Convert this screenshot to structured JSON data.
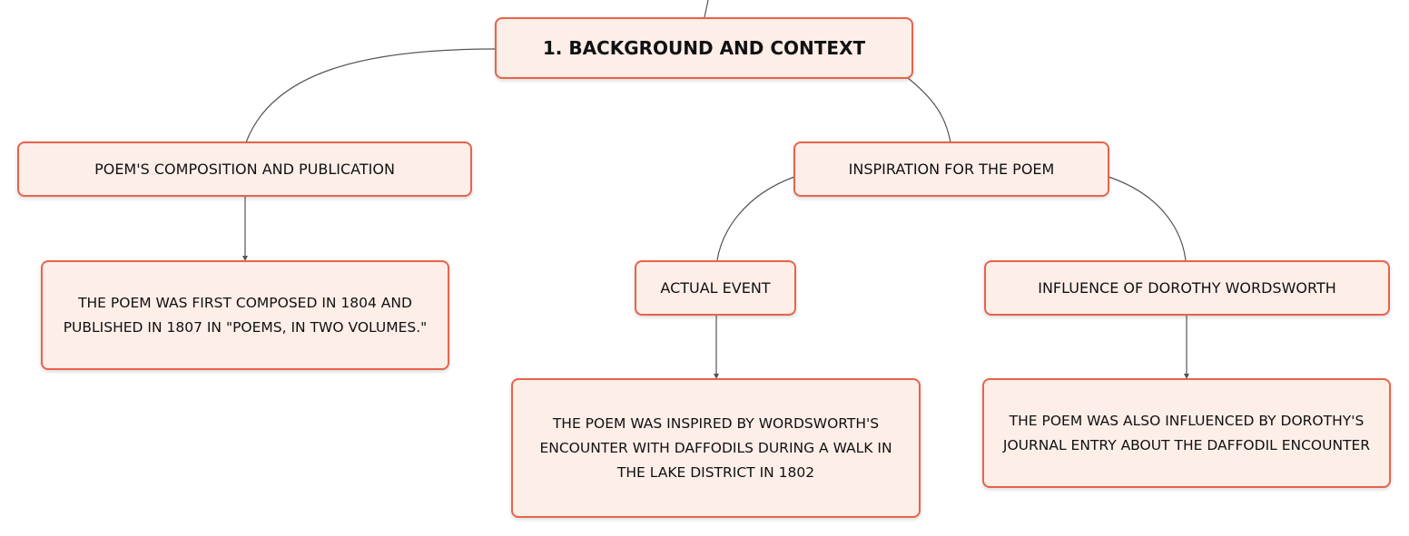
{
  "mindmap": {
    "root": {
      "label": "1. BACKGROUND AND CONTEXT"
    },
    "composition": {
      "label": "POEM'S COMPOSITION AND PUBLICATION",
      "detail": "THE POEM WAS FIRST COMPOSED IN 1804 AND PUBLISHED IN 1807 IN \"POEMS, IN TWO VOLUMES.\""
    },
    "inspiration": {
      "label": "INSPIRATION FOR THE POEM",
      "actual_event": {
        "label": "ACTUAL EVENT",
        "detail": "THE POEM WAS INSPIRED BY WORDSWORTH'S ENCOUNTER WITH DAFFODILS DURING A WALK IN THE LAKE DISTRICT IN 1802"
      },
      "dorothy": {
        "label": "INFLUENCE OF DOROTHY WORDSWORTH",
        "detail": "THE POEM WAS ALSO INFLUENCED BY DOROTHY'S JOURNAL ENTRY ABOUT THE DAFFODIL ENCOUNTER"
      }
    }
  },
  "colors": {
    "node_fill": "#fdeee8",
    "node_border": "#e8634a",
    "connector": "#555555"
  }
}
